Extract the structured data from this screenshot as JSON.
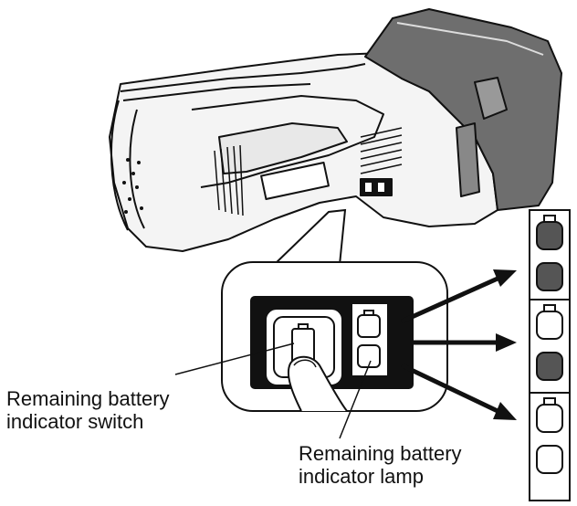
{
  "labels": {
    "switch": {
      "line1": "Remaining battery",
      "line2": "indicator switch"
    },
    "lamp": {
      "line1": "Remaining battery",
      "line2": "indicator lamp"
    }
  },
  "indicator_states": [
    {
      "upper_lamp": "lit",
      "lower_lamp": "lit"
    },
    {
      "upper_lamp": "off",
      "lower_lamp": "lit"
    },
    {
      "upper_lamp": "off",
      "lower_lamp": "off"
    }
  ],
  "colors": {
    "line": "#111111",
    "lamp_lit": "#555555",
    "lamp_off": "#ffffff",
    "tool_body": "#f2f2f2",
    "battery_pack": "#6e6e6e"
  }
}
